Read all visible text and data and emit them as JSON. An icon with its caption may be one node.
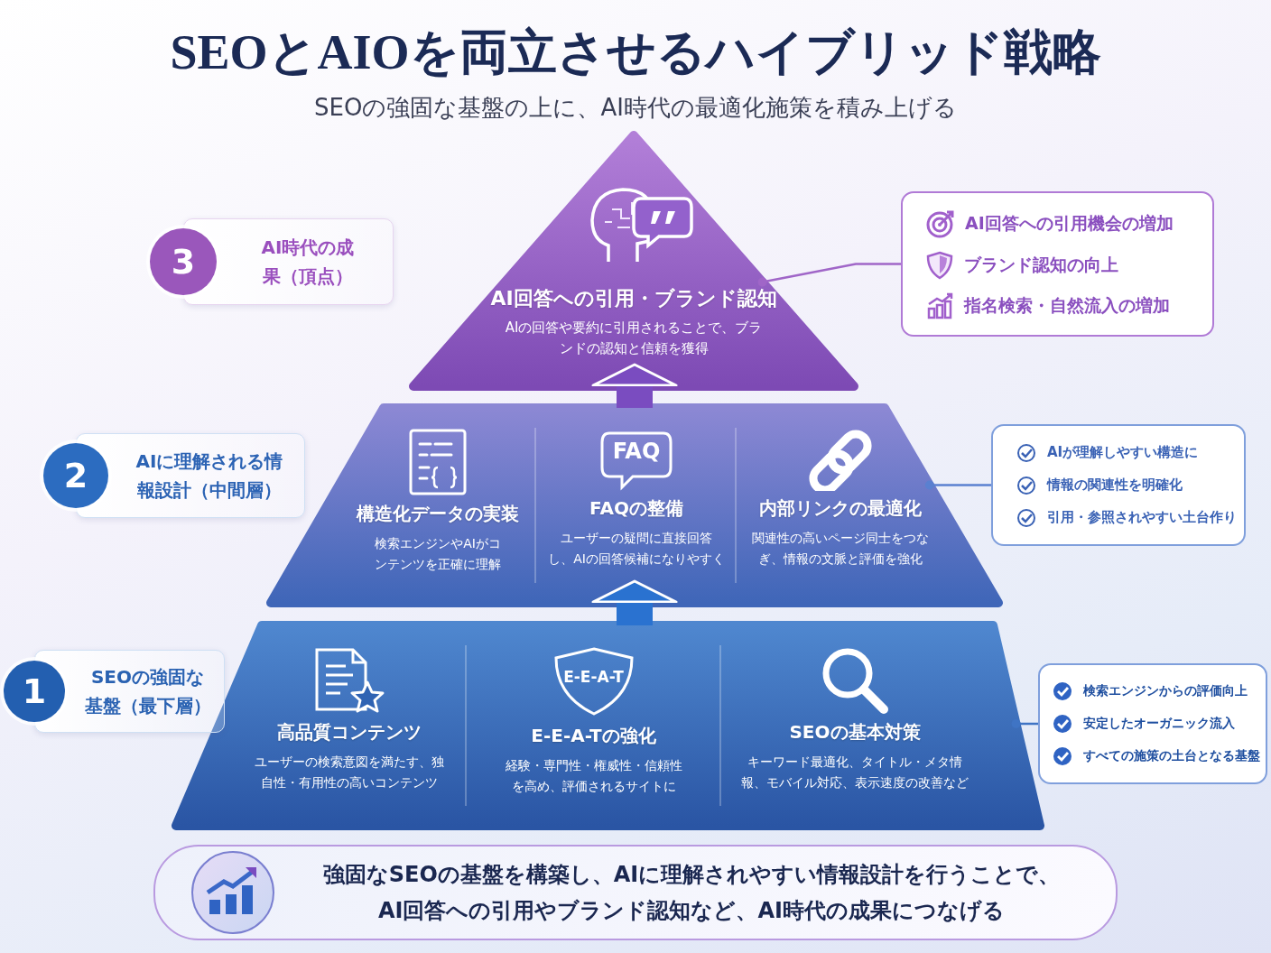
{
  "diagram": {
    "title": "SEOとAIOを両立させるハイブリッド戦略",
    "nodes": [
      {
        "text": [
          "AI回答への引用・ブランド認知",
          "AIの回答や要約に引用されることで、ブランドの認知と信頼を獲得"
        ]
      },
      {
        "text": [],
        "shape": "trapezoid"
      },
      {
        "text": [
          "構造化データの実装",
          "検索エンジンやAIがコンテンツを正確に理解"
        ],
        "in": 1
      },
      {
        "text": [
          "FAQ",
          "FAQの整備",
          "ユーザーの疑問に直接回答し、AIの回答候補になりやすく"
        ],
        "in": 1
      },
      {
        "text": [
          "内部リンクの最適化",
          "関連性の高いページ同士をつなぎ、情報の文脈と評価を強化"
        ],
        "in": 1
      },
      {
        "text": [],
        "shape": "trapezoid"
      },
      {
        "text": [
          "高品質コンテンツ",
          "ユーザーの検索意図を満たす、独自性・有用性の高いコンテンツ"
        ],
        "in": 5
      },
      {
        "text": [
          "E-E-A-T",
          "E-E-A-Tの強化",
          "経験・専門性・権威性・信頼性を高め、評価されるサイトに"
        ],
        "in": 5
      },
      {
        "text": [
          "SEOの基本対策",
          "キーワード最適化、タイトル・メタ情報、モバイル対応、表示速度の改善など"
        ],
        "in": 5
      },
      {
        "text": [
          "3",
          "AI時代の成果（頂点）"
        ]
      },
      {
        "text": [
          "2",
          "AIに理解される情報設計（中間層）"
        ]
      },
      {
        "text": [
          "1",
          "SEOの強固な基盤（最下層）"
        ]
      },
      {
        "text": [
          "AI回答への引用機会の増加",
          "ブランド認知の向上",
          "指名検索・自然流入の増加"
        ]
      },
      {
        "text": [
          "AIが理解しやすい構造に",
          "情報の関連性を明確化",
          "引用・参照されやすい土台作り"
        ]
      },
      {
        "text": [
          "検索エンジンからの評価向上",
          "安定したオーガニック流入",
          "すべての施策の土台となる基盤"
        ]
      },
      {
        "text": [
          "強固なSEOの基盤を構築し、AIに理解されやすい情報設計を行うことで、AI回答への引用やブランド認知など、**AI時代の成果**につなげる"
        ]
      }
    ],
    "edges": [
      {
        "from": 5,
        "to": 1,
        "arrow": "to",
        "style": "thick",
        "color": "#2a72d0"
      },
      {
        "from": 1,
        "to": 0,
        "arrow": "to",
        "style": "thick",
        "color": "#7a4cc0"
      },
      {
        "from": 0,
        "to": 12,
        "arrow": "other",
        "color": "#a066c8"
      },
      {
        "from": 1,
        "to": 13,
        "arrow": "other",
        "color": "#5a80d0"
      },
      {
        "from": 5,
        "to": 14,
        "arrow": "other",
        "color": "#3f74c4"
      }
    ],
    "labels": [
      "SEOの強固な基盤の上に、AI時代の最適化施策を積み上げる"
    ]
  }
}
